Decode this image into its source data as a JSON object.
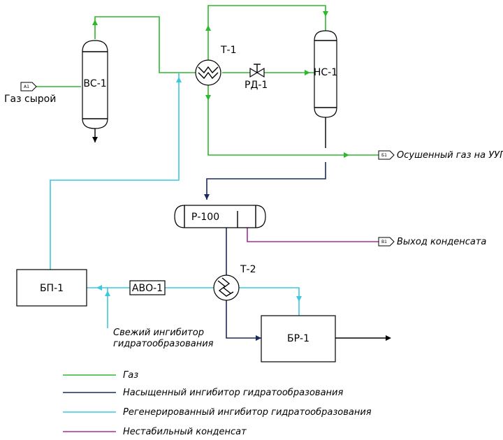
{
  "inputs": {
    "raw_gas_tag": "A1",
    "raw_gas_label": "Газ сырой"
  },
  "equipment": {
    "separator": "ВС-1",
    "heat_exchanger_1": "Т-1",
    "valve": "РД-1",
    "low_temp_separator": "НС-1",
    "vessel": "Р-100",
    "heat_exchanger_2": "Т-2",
    "inhibitor_block": "БП-1",
    "air_cooler": "АВО-1",
    "regen_block": "БР-1"
  },
  "outputs": {
    "dry_gas_tag": "Б1",
    "dry_gas_label": "Осушенный газ на УУГ",
    "condensate_tag": "В1",
    "condensate_label": "Выход конденсата"
  },
  "notes": {
    "fresh_inhibitor_line1": "Свежий ингибитор",
    "fresh_inhibitor_line2": "гидратообразования"
  },
  "legend": [
    {
      "label": "Газ",
      "color": "#2db82d"
    },
    {
      "label": "Насыщенный ингибитор гидратообразования",
      "color": "#1b2a5e"
    },
    {
      "label": "Регенерированный ингибитор гидратообразования",
      "color": "#3cc8e0"
    },
    {
      "label": "Нестабильный конденсат",
      "color": "#a0309a"
    }
  ]
}
